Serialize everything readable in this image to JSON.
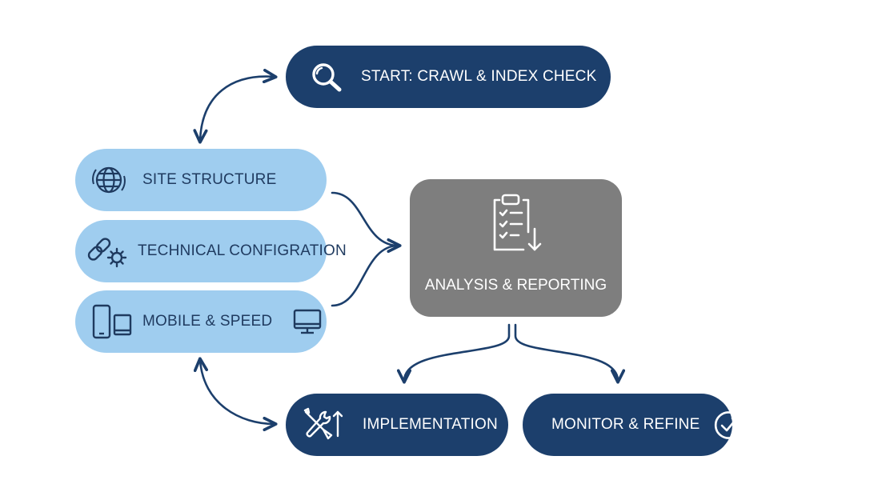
{
  "nodes": {
    "start": {
      "label": "START: CRAWL & INDEX CHECK",
      "icon": "magnifier-icon"
    },
    "site_structure": {
      "label": "SITE STRUCTURE",
      "icon": "globe-icon"
    },
    "technical": {
      "label": "TECHNICAL CONFIGRATION",
      "icon": "link-gear-icon"
    },
    "mobile": {
      "label": "MOBILE & SPEED",
      "icon": "phone-tablet-icon",
      "icon2": "monitor-icon"
    },
    "analysis": {
      "label": "ANALYSIS & REPORTING",
      "icon": "clipboard-checklist-icon"
    },
    "implementation": {
      "label": "IMPLEMENTATION",
      "icon": "tools-icon"
    },
    "monitor": {
      "label": "MONITOR & REFINE",
      "icon": "refresh-check-icon"
    }
  },
  "colors": {
    "dark_node": "#1c3f6c",
    "light_node": "#9fcdef",
    "center_node": "#7e7e7e",
    "arrow": "#1c3f6c"
  }
}
